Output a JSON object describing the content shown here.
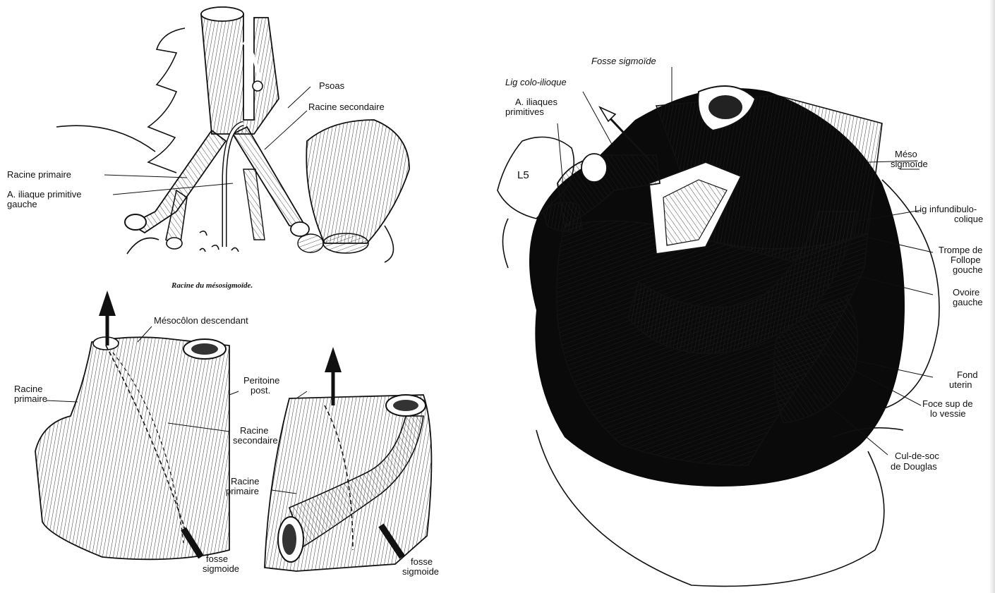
{
  "figure_top_left": {
    "caption": "Racine du mésosigmoïde.",
    "labels": {
      "psoas": "Psoas",
      "racine_secondaire": "Racine secondaire",
      "racine_primaire": "Racine primaire",
      "a_iliaque_1": "A. iliaque primitive",
      "a_iliaque_2": "gauche"
    }
  },
  "figure_bottom_left": {
    "labels": {
      "mesocolon": "Mésocôlon descendant",
      "racine_primaire_1": "Racine",
      "racine_primaire_2": "primaire",
      "peritoine_1": "Peritoine",
      "peritoine_2": "post.",
      "racine_secondaire_1": "Racine",
      "racine_secondaire_2": "secondaire",
      "fosse_1": "fosse",
      "fosse_2": "sigmoide"
    }
  },
  "figure_bottom_mid": {
    "labels": {
      "racine_primaire_1": "Racine",
      "racine_primaire_2": "primaire",
      "fosse_1": "fosse",
      "fosse_2": "sigmoide"
    }
  },
  "figure_right": {
    "labels": {
      "fosse_sigmoide": "Fosse sigmoïde",
      "lig_colo": "Lig colo-ilioque",
      "a_iliaques_1": "A. iliaques",
      "a_iliaques_2": "primitives",
      "l5": "L5",
      "meso_1": "Méso",
      "meso_2": "sigmoïde",
      "lig_inf_1": "Lig infundibulo-",
      "lig_inf_2": "colique",
      "trompe_1": "Trompe de",
      "trompe_2": "Follope",
      "trompe_3": "gouche",
      "ovaire_1": "Ovoire",
      "ovaire_2": "gauche",
      "fond_1": "Fond",
      "fond_2": "uterin",
      "face_1": "Foce sup de",
      "face_2": "lo vessie",
      "cul_1": "Cul-de-soc",
      "cul_2": "de Douglas"
    }
  }
}
